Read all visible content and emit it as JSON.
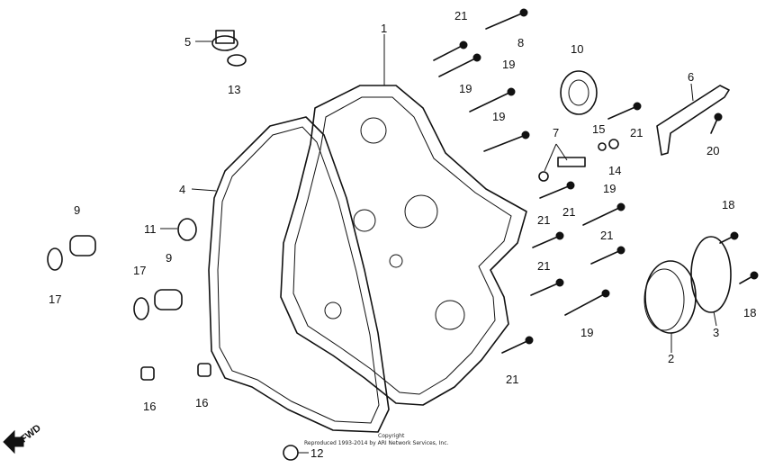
{
  "callouts": {
    "l1": "1",
    "l2": "2",
    "l3": "3",
    "l4": "4",
    "l5": "5",
    "l6": "6",
    "l7": "7",
    "l8": "8",
    "l9a": "9",
    "l9b": "9",
    "l10": "10",
    "l11": "11",
    "l12": "12",
    "l13": "13",
    "l14": "14",
    "l15": "15",
    "l16a": "16",
    "l16b": "16",
    "l17a": "17",
    "l17b": "17",
    "l18a": "18",
    "l18b": "18",
    "l19a": "19",
    "l19b": "19",
    "l19c": "19",
    "l19d": "19",
    "l19e": "19",
    "l20": "20",
    "l21a": "21",
    "l21b": "21",
    "l21c": "21",
    "l21d": "21",
    "l21e": "21",
    "l21f": "21",
    "l21g": "21"
  },
  "fwd_label": "FWD",
  "copyright": {
    "line1": "Copyright",
    "line2": "Reproduced 1993-2014 by ARI Network Services, Inc."
  }
}
